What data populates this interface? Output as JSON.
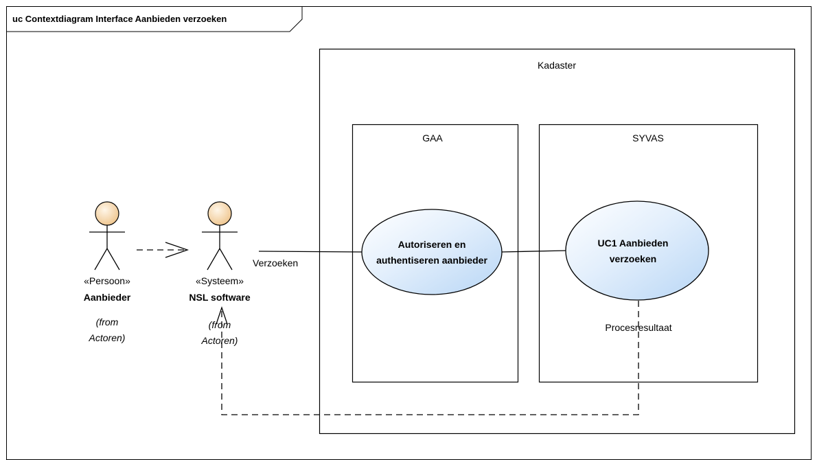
{
  "frame": {
    "title": "uc Contextdiagram Interface Aanbieden verzoeken"
  },
  "boundaries": {
    "kadaster": "Kadaster",
    "gaa": "GAA",
    "syvas": "SYVAS"
  },
  "actors": {
    "aanbieder": {
      "stereotype": "«Persoon»",
      "name": "Aanbieder",
      "from_line1": "(from",
      "from_line2": "Actoren)"
    },
    "nsl": {
      "stereotype": "«Systeem»",
      "name": "NSL software",
      "from_line1": "(from",
      "from_line2": "Actoren)"
    }
  },
  "usecases": {
    "autoriseren": {
      "line1": "Autoriseren en",
      "line2": "authentiseren aanbieder"
    },
    "uc1": {
      "line1": "UC1 Aanbieden",
      "line2": "verzoeken"
    }
  },
  "connectors": {
    "verzoeken": "Verzoeken",
    "procesresultaat": "Procesresultaat"
  },
  "colors": {
    "actor_head": "#f5d3a3",
    "usecase_fill": "#d6e9fb",
    "line": "#000000"
  }
}
